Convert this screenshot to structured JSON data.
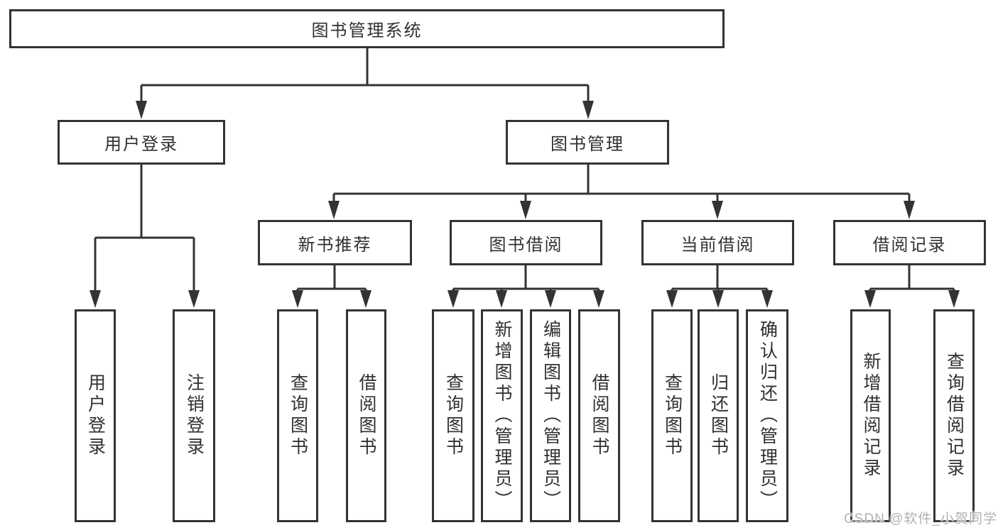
{
  "diagram": {
    "watermark": "CSDN @软件_小贺同学",
    "colors": {
      "line": "#333333",
      "box_border": "#333333",
      "text": "#303030",
      "watermark": "#b2b2b2",
      "background": "#ffffff"
    },
    "tree": {
      "root": {
        "label": "图书管理系统"
      },
      "branches": [
        {
          "label": "用户登录",
          "children": [
            {
              "label": "用户登录"
            },
            {
              "label": "注销登录"
            }
          ]
        },
        {
          "label": "图书管理",
          "children": [
            {
              "label": "新书推荐",
              "children": [
                {
                  "label": "查询图书"
                },
                {
                  "label": "借阅图书"
                }
              ]
            },
            {
              "label": "图书借阅",
              "children": [
                {
                  "label": "查询图书"
                },
                {
                  "label": "新增图书（管理员）"
                },
                {
                  "label": "编辑图书（管理员）"
                },
                {
                  "label": "借阅图书"
                }
              ]
            },
            {
              "label": "当前借阅",
              "children": [
                {
                  "label": "查询图书"
                },
                {
                  "label": "归还图书"
                },
                {
                  "label": "确认归还（管理员）"
                }
              ]
            },
            {
              "label": "借阅记录",
              "children": [
                {
                  "label": "新增借阅记录"
                },
                {
                  "label": "查询借阅记录"
                }
              ]
            }
          ]
        }
      ]
    }
  }
}
